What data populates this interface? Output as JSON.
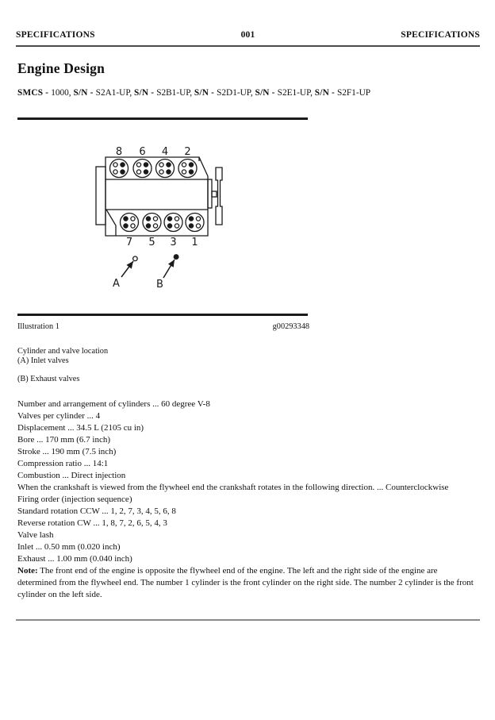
{
  "header": {
    "left": "SPECIFICATIONS",
    "page_number": "001",
    "right": "SPECIFICATIONS"
  },
  "title": "Engine Design",
  "smcs": {
    "segments": [
      {
        "label": "SMCS - ",
        "value": "1000, "
      },
      {
        "label": "S/N - ",
        "value": "S2A1-UP, "
      },
      {
        "label": "S/N - ",
        "value": "S2B1-UP, "
      },
      {
        "label": "S/N - ",
        "value": "S2D1-UP, "
      },
      {
        "label": "S/N - ",
        "value": "S2E1-UP, "
      },
      {
        "label": "S/N - ",
        "value": "S2F1-UP"
      }
    ]
  },
  "figure": {
    "description": "V-8 engine cylinder and valve location diagram, top view",
    "top_row_labels": [
      "8",
      "6",
      "4",
      "2"
    ],
    "bottom_row_labels": [
      "7",
      "5",
      "3",
      "1"
    ],
    "markers": [
      {
        "label": "A",
        "symbol": "open-circle",
        "meaning": "Inlet valves"
      },
      {
        "label": "B",
        "symbol": "filled-circle",
        "meaning": "Exhaust valves"
      }
    ]
  },
  "illustration": {
    "name": "Illustration 1",
    "id": "g00293348",
    "caption": "Cylinder and valve location",
    "legend": [
      "(A) Inlet valves",
      "(B) Exhaust valves"
    ]
  },
  "specs": [
    "Number and arrangement of cylinders ... 60 degree V-8",
    "Valves per cylinder ... 4",
    "Displacement ... 34.5 L (2105 cu in)",
    "Bore ... 170 mm (6.7 inch)",
    "Stroke ... 190 mm (7.5 inch)",
    "Compression ratio ... 14:1",
    "Combustion ... Direct injection",
    "When the crankshaft is viewed from the flywheel end the crankshaft rotates in the following direction. ... Counterclockwise",
    "Firing order (injection sequence)",
    "Standard rotation CCW ... 1, 2, 7, 3, 4, 5, 6, 8",
    "Reverse rotation CW ... 1, 8, 7, 2, 6, 5, 4, 3",
    "Valve lash",
    "Inlet ... 0.50 mm (0.020 inch)",
    "Exhaust ... 1.00 mm (0.040 inch)"
  ],
  "note": {
    "label": "Note:",
    "text": " The front end of the engine is opposite the flywheel end of the engine. The left and the right side of the engine are determined from the flywheel end. The number 1 cylinder is the front cylinder on the right side. The number 2 cylinder is the front cylinder on the left side."
  },
  "colors": {
    "ink": "#111111",
    "rule_dark": "#1a1a1a",
    "rule_gray": "#8a8a8a"
  }
}
